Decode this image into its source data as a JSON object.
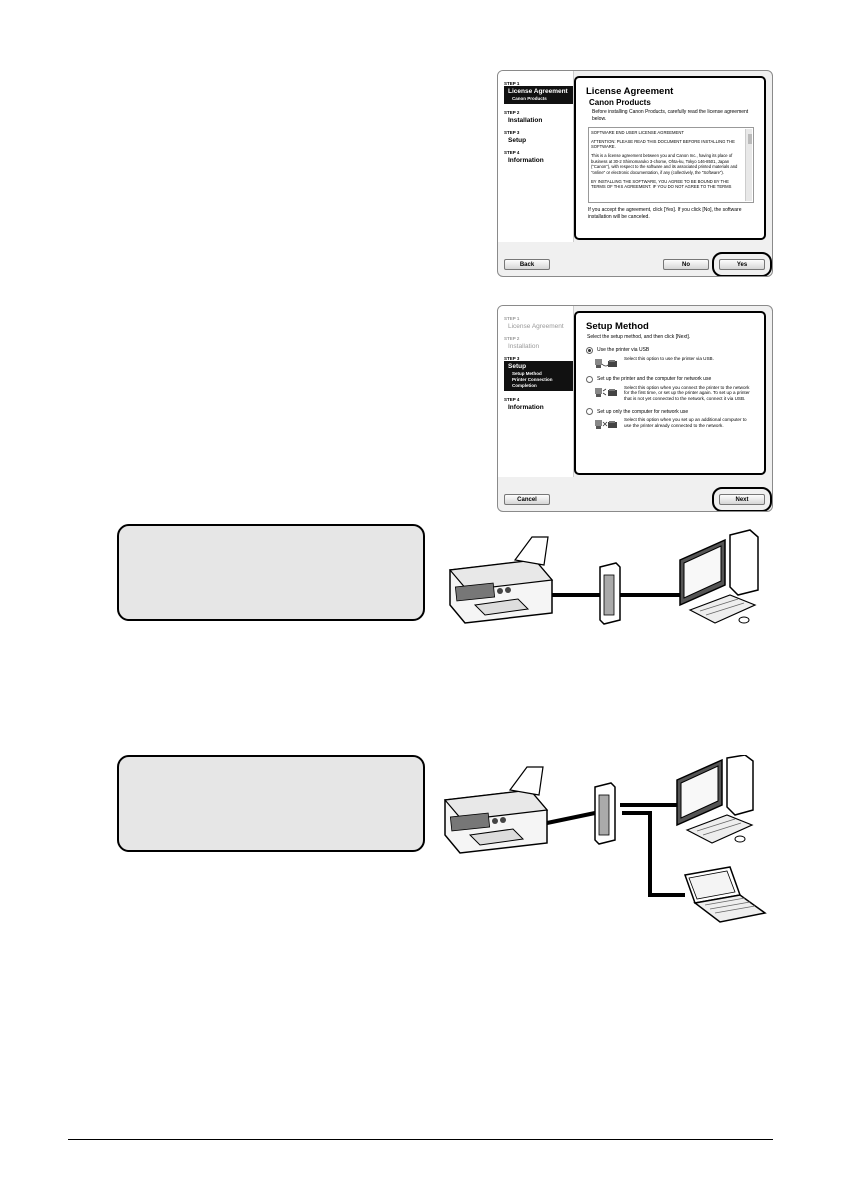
{
  "screen1": {
    "steps": [
      {
        "label": "STEP 1",
        "name": "License Agreement",
        "sub": "Canon Products"
      },
      {
        "label": "STEP 2",
        "name": "Installation"
      },
      {
        "label": "STEP 3",
        "name": "Setup"
      },
      {
        "label": "STEP 4",
        "name": "Information"
      }
    ],
    "title": "License Agreement",
    "subtitle": "Canon Products",
    "intro": "Before installing Canon Products, carefully read the license agreement below.",
    "license_paragraphs": [
      "SOFTWARE END USER LICENSE AGREEMENT",
      "ATTENTION: PLEASE READ THIS DOCUMENT BEFORE INSTALLING THE SOFTWARE.",
      "This is a license agreement between you and Canon Inc., having its place of business at 30-2 Shimomaruko 3-chome, Ohta-ku, Tokyo 146-8501, Japan (\"Canon\"), with respect to the software and its associated printed materials and \"online\" or electronic documentation, if any (collectively, the \"Software\").",
      "BY INSTALLING THE SOFTWARE, YOU AGREE TO BE BOUND BY THE TERMS OF THIS AGREEMENT. IF YOU DO NOT AGREE TO THE TERMS"
    ],
    "accept_note": "If you accept the agreement, click [Yes]. If you click [No], the software installation will be canceled.",
    "back_label": "Back",
    "no_label": "No",
    "yes_label": "Yes"
  },
  "screen2": {
    "steps": [
      {
        "label": "STEP 1",
        "name": "License Agreement"
      },
      {
        "label": "STEP 2",
        "name": "Installation"
      },
      {
        "label": "STEP 3",
        "name": "Setup",
        "subs": [
          "Setup Method",
          "Printer Connection",
          "Completion"
        ]
      },
      {
        "label": "STEP 4",
        "name": "Information"
      }
    ],
    "title": "Setup Method",
    "intro": "Select the setup method, and then click [Next].",
    "options": [
      {
        "label": "Use the printer via USB",
        "desc": "Select this option to use the printer via USB."
      },
      {
        "label": "Set up the printer and the computer for network use",
        "desc": "Select this option when you connect the printer to the network for the first time, or set up the printer again. To set up a printer that is not yet connected to the network, connect it via USB."
      },
      {
        "label": "Set up only the computer for network use",
        "desc": "Select this option when you set up an additional computer to use the printer already connected to the network."
      }
    ],
    "cancel_label": "Cancel",
    "next_label": "Next"
  },
  "icons": {
    "network_diagram_1": "printer-router-desktop-icon",
    "network_diagram_2": "printer-router-desktop-laptop-icon"
  }
}
